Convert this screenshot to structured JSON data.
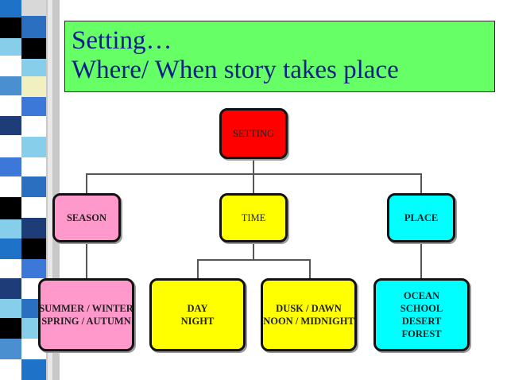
{
  "slide": {
    "title_line1": "Setting…",
    "title_line2": "Where/ When story takes place",
    "colors": {
      "title_bg": "#66ff66",
      "title_text": "#0b1f88",
      "setting": "#ff0000",
      "season": "#ff99cc",
      "time": "#ffff00",
      "place": "#00ffff"
    }
  },
  "diagram": {
    "root": {
      "label": "SETTING"
    },
    "branches": {
      "season": {
        "label": "SEASON",
        "detail": [
          "SUMMER / WINTER",
          "SPRING / AUTUMN"
        ]
      },
      "time": {
        "label": "TIME",
        "detail_a": [
          "DAY",
          "NIGHT"
        ],
        "detail_b": [
          "DUSK  / DAWN",
          "NOON / MIDNIGHT"
        ]
      },
      "place": {
        "label": "PLACE",
        "detail": [
          "OCEAN",
          "SCHOOL",
          "DESERT",
          "FOREST"
        ]
      }
    }
  }
}
